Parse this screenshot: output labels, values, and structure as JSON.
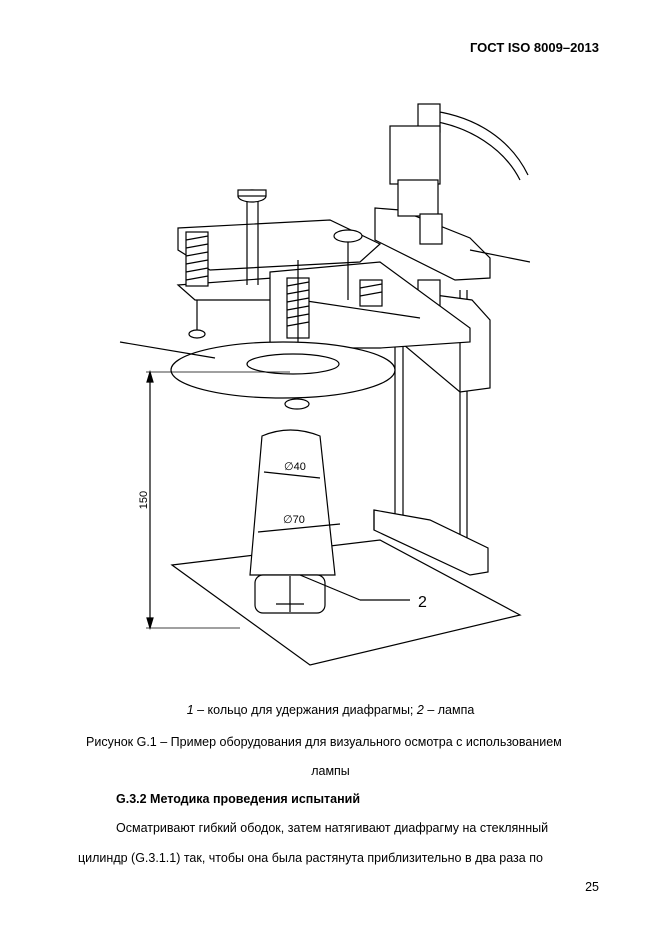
{
  "header": {
    "standard": "ГОСТ ISO 8009–2013"
  },
  "figure": {
    "dimension_150": "150",
    "diameter_40": "∅40",
    "diameter_70": "∅70",
    "callout_2": "2"
  },
  "caption": {
    "legend_num1": "1",
    "legend_text1": " – кольцо для удержания диафрагмы; ",
    "legend_num2": "2",
    "legend_text2": " – лампа",
    "title_line1": "Рисунок G.1 – Пример оборудования для визуального осмотра с использованием",
    "title_line2": "лампы"
  },
  "section": {
    "heading": "G.3.2 Методика проведения испытаний",
    "para_line1": "Осматривают гибкий ободок,  затем натягивают диафрагму на стеклянный",
    "para_line2": "цилиндр (G.3.1.1) так, чтобы она была растянута приблизительно в два раза по"
  },
  "page_number": "25"
}
